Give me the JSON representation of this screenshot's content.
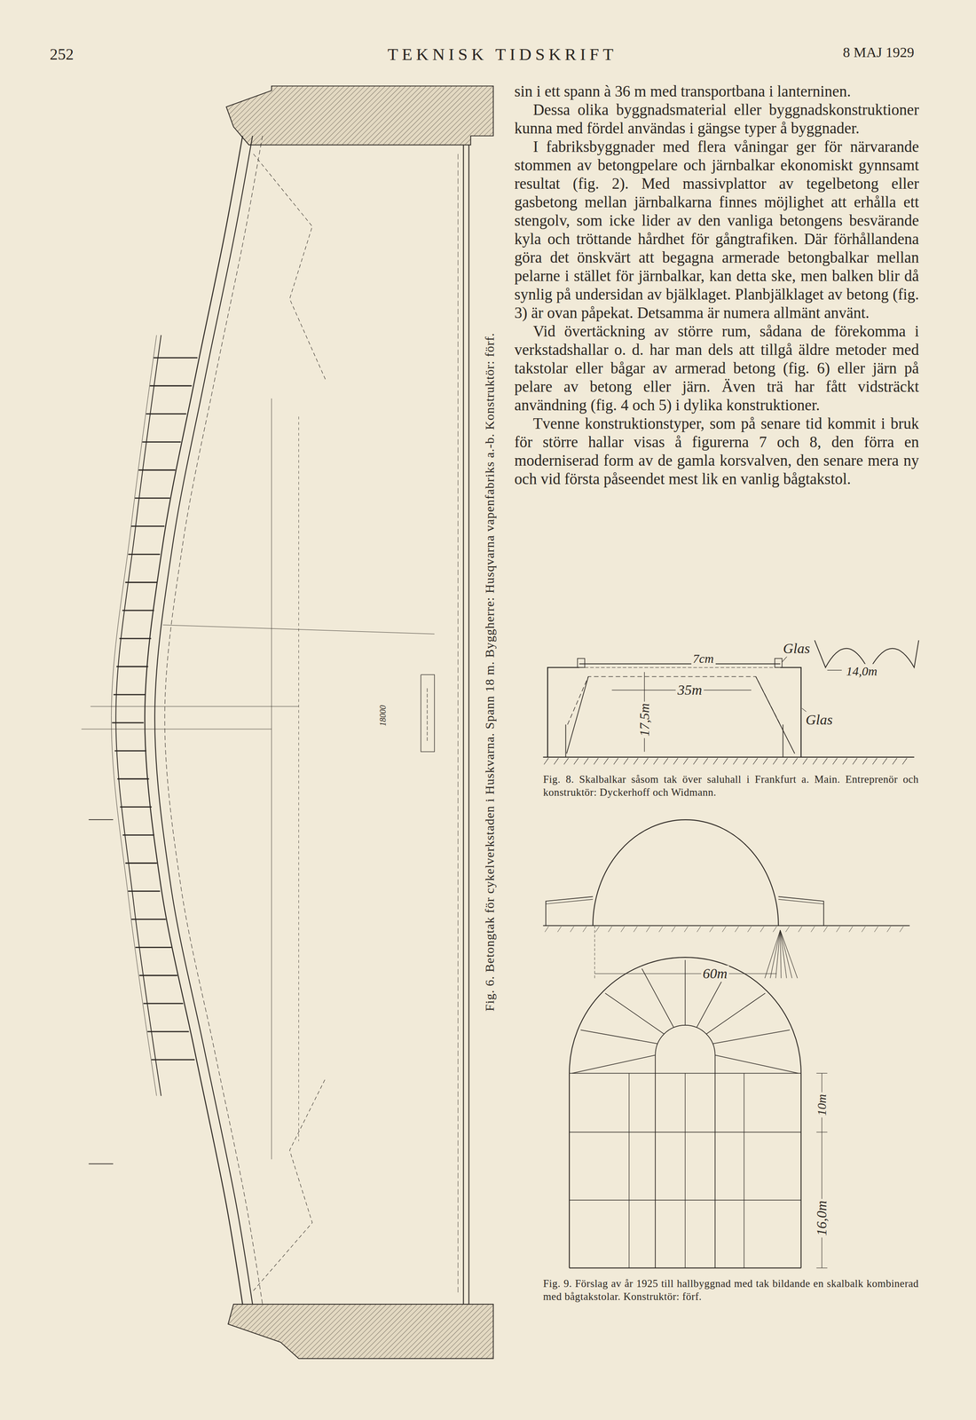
{
  "diagram": {
    "title": "TEKNISK TIDSKRIFT",
    "labels": [
      "252",
      "8 MAJ 1929",
      "sin i ett spann à 36 m med transportbana i lanterninen.",
      "Dessa olika byggnadsmaterial eller byggnadskonstruktioner kunna med fördel användas i gängse typer å byggnader.",
      "I fabriksbyggnader med flera våningar ger för närvarande stommen av betongpelare och järnbalkar ekonomiskt gynnsamt resultat (fig. 2). Med massivplattor av tegelbetong eller gasbetong mellan järnbalkarna finnes möjlighet att erhålla ett stengolv, som icke lider av den vanliga betongens besvärande kyla och tröttande hårdhet för gångtrafiken. Där förhållandena göra det önskvärt att begagna armerade betongbalkar mellan pelarne i stället för järnbalkar, kan detta ske, men balken blir då synlig på undersidan av bjälklaget. Planbjälklaget av betong (fig. 3) är ovan påpekat. Detsamma är numera allmänt använt.",
      "Vid övertäckning av större rum, sådana de förekomma i verkstadshallar o. d. har man dels att tillgå äldre metoder med takstolar eller bågar av armerad betong (fig. 6) eller järn på pelare av betong eller järn. Även trä har fått vidsträckt användning (fig. 4 och 5) i dylika konstruktioner.",
      "Tvenne konstruktionstyper, som på senare tid kommit i bruk för större hallar visas å figurerna 7 och 8, den förra en moderniserad form av de gamla korsvalven, den senare mera ny och vid första påseendet mest lik en vanlig bågtakstol.",
      "Fig. 6. Betongtak för cykelverkstaden i Huskvarna. Spann 18 m. Byggherre: Husqvarna vapenfabriks a.-b. Konstruktör: förf.",
      "7cm",
      "Glas",
      "35m",
      "17,5m",
      "Glas",
      "14,0m",
      "Fig. 8. Skalbalkar såsom tak över saluhall i Frankfurt a. Main. Entreprenör och konstruktör: Dyckerhoff och Widmann.",
      "60m",
      "16,0m",
      "10m",
      "Fig. 9. Förslag av år 1925 till hallbyggnad med tak bildande en skalbalk kombinerad med bågtakstolar. Konstruktör: förf.",
      "18000"
    ]
  }
}
